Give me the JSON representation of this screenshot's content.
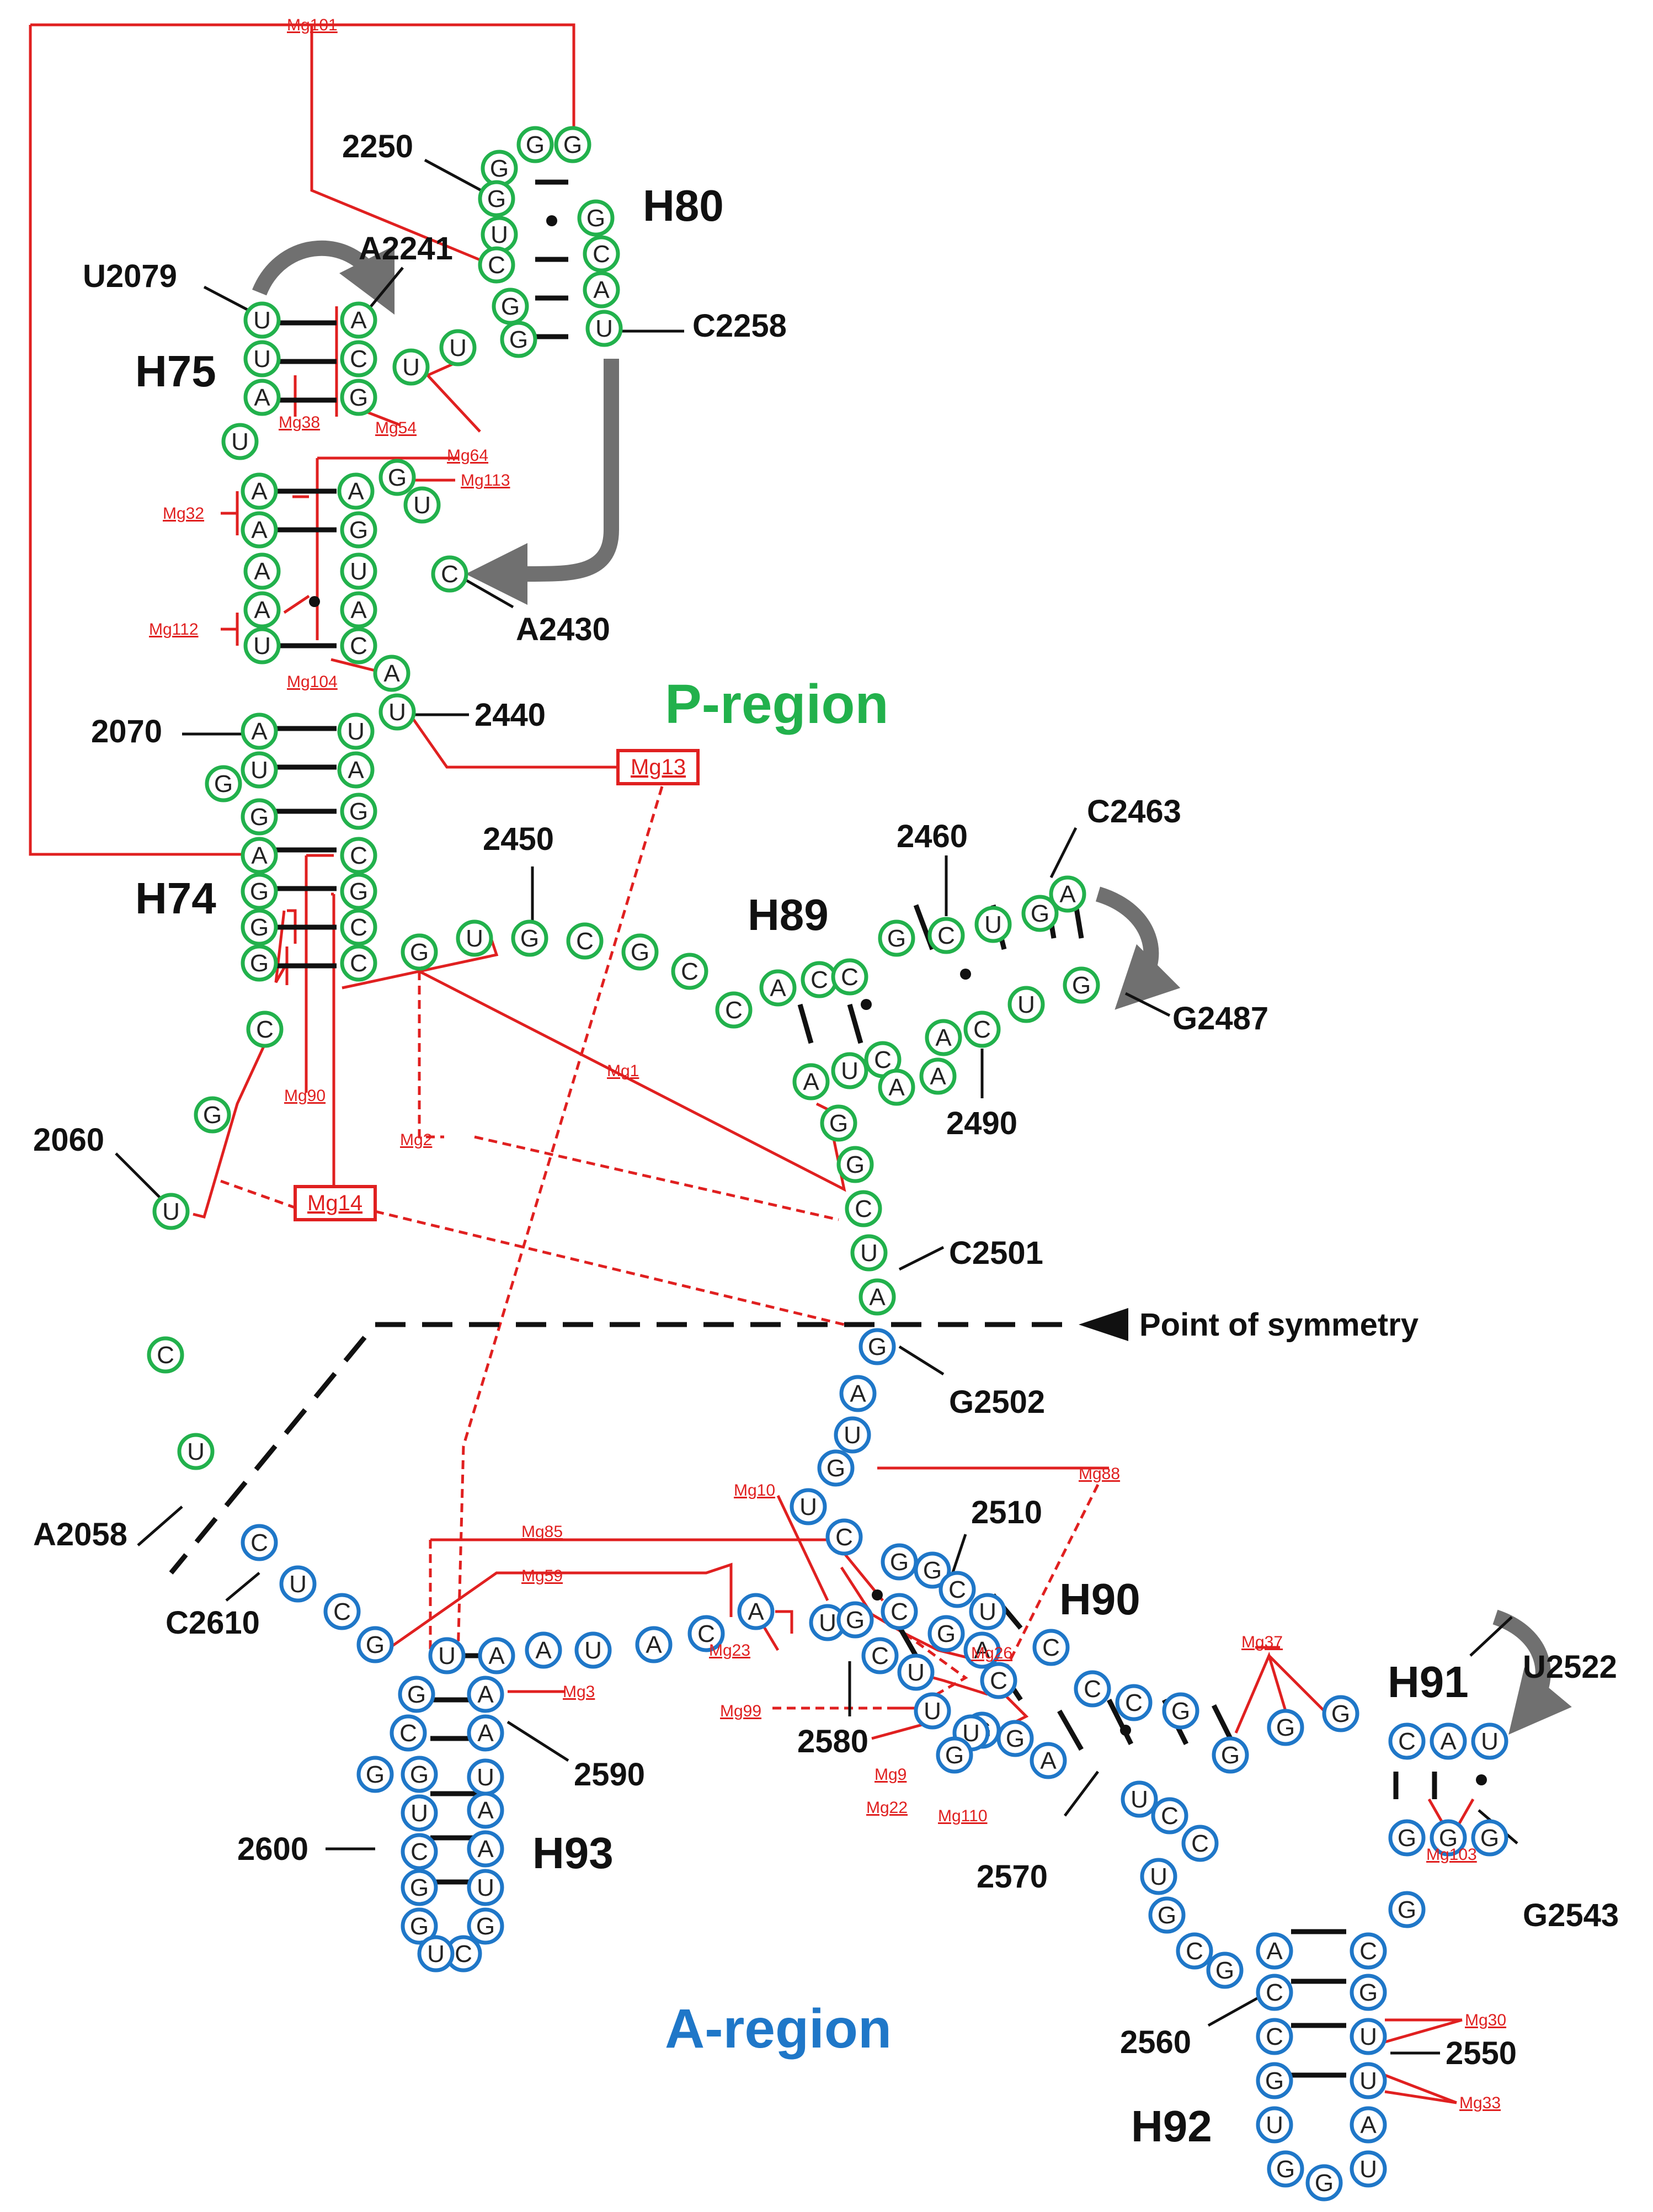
{
  "colors": {
    "p_region": "#22b14c",
    "a_region": "#1f77c8",
    "mg": "#e02020",
    "line": "#111111",
    "arrow": "#707070"
  },
  "regions": {
    "p_region": "P-region",
    "a_region": "A-region"
  },
  "symmetry_label": "Point of symmetry",
  "helices": {
    "h80": "H80",
    "h75": "H75",
    "h74": "H74",
    "h89": "H89",
    "h90": "H90",
    "h91": "H91",
    "h92": "H92",
    "h93": "H93"
  },
  "numbers": {
    "n2250": "2250",
    "u2079": "U2079",
    "a2241": "A2241",
    "c2258": "C2258",
    "a2430": "A2430",
    "n2070": "2070",
    "n2440": "2440",
    "n2450": "2450",
    "n2460": "2460",
    "c2463": "C2463",
    "g2487": "G2487",
    "n2490": "2490",
    "n2060": "2060",
    "c2501": "C2501",
    "g2502": "G2502",
    "a2058": "A2058",
    "n2510": "2510",
    "c2610": "C2610",
    "n2590": "2590",
    "n2580": "2580",
    "n2600": "2600",
    "n2570": "2570",
    "u2522": "U2522",
    "g2543": "G2543",
    "n2560": "2560",
    "n2550": "2550"
  },
  "mg_sites": {
    "mg101": "Mg101",
    "mg38": "Mg38",
    "mg54": "Mg54",
    "mg64": "Mg64",
    "mg113": "Mg113",
    "mg32": "Mg32",
    "mg112": "Mg112",
    "mg104": "Mg104",
    "mg13": "Mg13",
    "mg1": "Mg1",
    "mg90": "Mg90",
    "mg2": "Mg2",
    "mg14": "Mg14",
    "mg10": "Mg10",
    "mg88": "Mg88",
    "mg85": "Mg85",
    "mg59": "Mg59",
    "mg23": "Mg23",
    "mg3": "Mg3",
    "mg99": "Mg99",
    "mg26": "Mg26",
    "mg9": "Mg9",
    "mg22": "Mg22",
    "mg110": "Mg110",
    "mg37": "Mg37",
    "mg103": "Mg103",
    "mg30": "Mg30",
    "mg33": "Mg33"
  },
  "nucleotides": {
    "p": [
      "G",
      "G",
      "G",
      "G",
      "G",
      "U",
      "C",
      "C",
      "A",
      "G",
      "U",
      "G",
      "U",
      "A",
      "U",
      "C",
      "A",
      "G",
      "U",
      "U",
      "U",
      "A",
      "A",
      "G",
      "A",
      "G",
      "U",
      "C",
      "A",
      "U",
      "A",
      "A",
      "U",
      "C",
      "A",
      "A",
      "U",
      "U",
      "G",
      "U",
      "A",
      "G",
      "G",
      "A",
      "C",
      "G",
      "G",
      "G",
      "C",
      "G",
      "C",
      "G",
      "U",
      "G",
      "C",
      "G",
      "C",
      "C",
      "A",
      "C",
      "C",
      "G",
      "C",
      "U",
      "G",
      "A",
      "A",
      "U",
      "C",
      "A",
      "A",
      "A",
      "C",
      "U",
      "G",
      "G",
      "G",
      "C",
      "U",
      "A",
      "C",
      "G",
      "U",
      "C",
      "U",
      "G",
      "G",
      "A",
      "G",
      "G",
      "U",
      "A",
      "A",
      "A",
      "C",
      "C",
      "U",
      "C"
    ],
    "a": [
      "G",
      "A",
      "U",
      "G",
      "U",
      "C",
      "G",
      "G",
      "C",
      "U",
      "C",
      "C",
      "G",
      "A",
      "C",
      "G",
      "C",
      "C",
      "G",
      "G",
      "U",
      "C",
      "C",
      "U",
      "G",
      "C",
      "G",
      "A",
      "C",
      "C",
      "G",
      "U",
      "G",
      "G",
      "U",
      "A",
      "U",
      "U",
      "G",
      "C",
      "G",
      "G",
      "G",
      "C",
      "A",
      "U",
      "G",
      "G",
      "G",
      "U",
      "G",
      "C",
      "U",
      "U",
      "U",
      "G",
      "A",
      "G",
      "A",
      "C",
      "A",
      "U",
      "A",
      "A",
      "U",
      "G",
      "A",
      "C",
      "A",
      "G",
      "G",
      "U",
      "U",
      "A",
      "C",
      "A",
      "G",
      "U",
      "G",
      "G",
      "C",
      "U",
      "C",
      "U",
      "C",
      "G",
      "C",
      "U"
    ]
  }
}
